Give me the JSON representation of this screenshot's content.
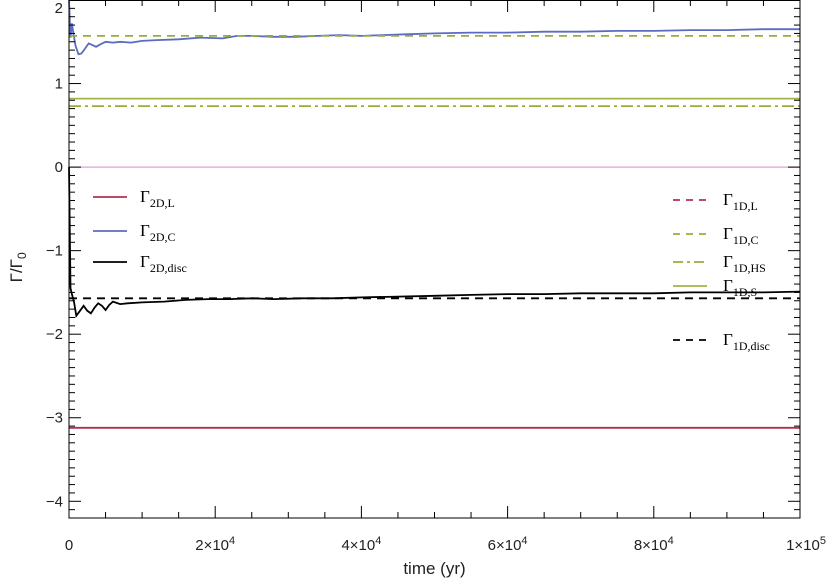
{
  "chart_data": {
    "type": "line",
    "title": "",
    "xlabel": "time (yr)",
    "ylabel": "Γ/Γ",
    "ylabel_sub": "0",
    "xlim": [
      0,
      100000
    ],
    "ylim": [
      -4.2,
      2.0
    ],
    "grid": false,
    "x_ticks": [
      {
        "value": 0,
        "label": "0",
        "exp": ""
      },
      {
        "value": 20000,
        "label": "2×10",
        "exp": "4"
      },
      {
        "value": 40000,
        "label": "4×10",
        "exp": "4"
      },
      {
        "value": 60000,
        "label": "6×10",
        "exp": "4"
      },
      {
        "value": 80000,
        "label": "8×10",
        "exp": "4"
      },
      {
        "value": 100000,
        "label": "1×10",
        "exp": "5"
      }
    ],
    "y_ticks": [
      {
        "value": 2,
        "label": "2"
      },
      {
        "value": 1,
        "label": "1"
      },
      {
        "value": 0,
        "label": "0"
      },
      {
        "value": -1,
        "label": "−1"
      },
      {
        "value": -2,
        "label": "−2"
      },
      {
        "value": -3,
        "label": "−3"
      },
      {
        "value": -4,
        "label": "−4"
      }
    ],
    "zero_line_color": "#e3a0d0",
    "series": [
      {
        "name": "Γ",
        "sub": "2D,L",
        "legend": "left",
        "color": "#b03050",
        "dash": "solid",
        "x": [
          0,
          100000
        ],
        "y": [
          -3.12,
          -3.12
        ]
      },
      {
        "name": "Γ",
        "sub": "2D,C",
        "legend": "left",
        "color": "#5b6bbf",
        "dash": "solid",
        "x": [
          0,
          200,
          400,
          600,
          900,
          1300,
          1700,
          2200,
          2700,
          3200,
          3700,
          4300,
          5000,
          6000,
          7000,
          8500,
          10000,
          12000,
          15000,
          18000,
          21000,
          23000,
          25000,
          28000,
          31000,
          34000,
          37000,
          40000,
          43000,
          46000,
          50000,
          55000,
          60000,
          65000,
          70000,
          75000,
          80000,
          85000,
          90000,
          95000,
          100000
        ],
        "y": [
          2.0,
          1.55,
          1.72,
          1.6,
          1.45,
          1.35,
          1.36,
          1.42,
          1.48,
          1.46,
          1.44,
          1.47,
          1.5,
          1.49,
          1.5,
          1.49,
          1.51,
          1.52,
          1.53,
          1.55,
          1.54,
          1.57,
          1.57,
          1.56,
          1.56,
          1.57,
          1.58,
          1.57,
          1.58,
          1.59,
          1.6,
          1.61,
          1.61,
          1.62,
          1.62,
          1.63,
          1.63,
          1.64,
          1.64,
          1.65,
          1.65
        ]
      },
      {
        "name": "Γ",
        "sub": "2D,disc",
        "legend": "left",
        "color": "#000000",
        "dash": "solid",
        "x": [
          0,
          200,
          400,
          700,
          1000,
          1500,
          2000,
          2500,
          3000,
          3500,
          4000,
          4500,
          5000,
          5500,
          6000,
          7000,
          8000,
          10000,
          13000,
          16000,
          19000,
          22000,
          25000,
          28000,
          32000,
          36000,
          40000,
          45000,
          50000,
          55000,
          60000,
          65000,
          70000,
          75000,
          80000,
          85000,
          90000,
          95000,
          100000
        ],
        "y": [
          0.0,
          -1.45,
          -1.52,
          -1.62,
          -1.78,
          -1.72,
          -1.66,
          -1.72,
          -1.75,
          -1.68,
          -1.63,
          -1.66,
          -1.71,
          -1.65,
          -1.61,
          -1.64,
          -1.63,
          -1.62,
          -1.61,
          -1.59,
          -1.58,
          -1.58,
          -1.57,
          -1.58,
          -1.57,
          -1.57,
          -1.56,
          -1.55,
          -1.54,
          -1.53,
          -1.52,
          -1.52,
          -1.51,
          -1.51,
          -1.51,
          -1.5,
          -1.5,
          -1.5,
          -1.49
        ]
      },
      {
        "name": "Γ",
        "sub": "1D,L",
        "legend": "right",
        "color": "#b03050",
        "dash": "dashed",
        "x": [],
        "y": []
      },
      {
        "name": "Γ",
        "sub": "1D,C",
        "legend": "right",
        "color": "#96ad3a",
        "dash": "dashed",
        "x": [
          0,
          100000
        ],
        "y": [
          1.57,
          1.57
        ]
      },
      {
        "name": "Γ",
        "sub": "1D,HS",
        "legend": "right",
        "color": "#96ad3a",
        "dash": "dashdot",
        "x": [
          0,
          100000
        ],
        "y": [
          0.73,
          0.73
        ]
      },
      {
        "name": "Γ",
        "sub": "1D,S",
        "legend": "right",
        "color": "#a2b548",
        "dash": "solid",
        "x": [
          0,
          100000
        ],
        "y": [
          0.82,
          0.82
        ]
      },
      {
        "name": "Γ",
        "sub": "1D,disc",
        "legend": "right",
        "color": "#000000",
        "dash": "dashed",
        "x": [
          0,
          100000
        ],
        "y": [
          -1.57,
          -1.57
        ]
      }
    ]
  }
}
